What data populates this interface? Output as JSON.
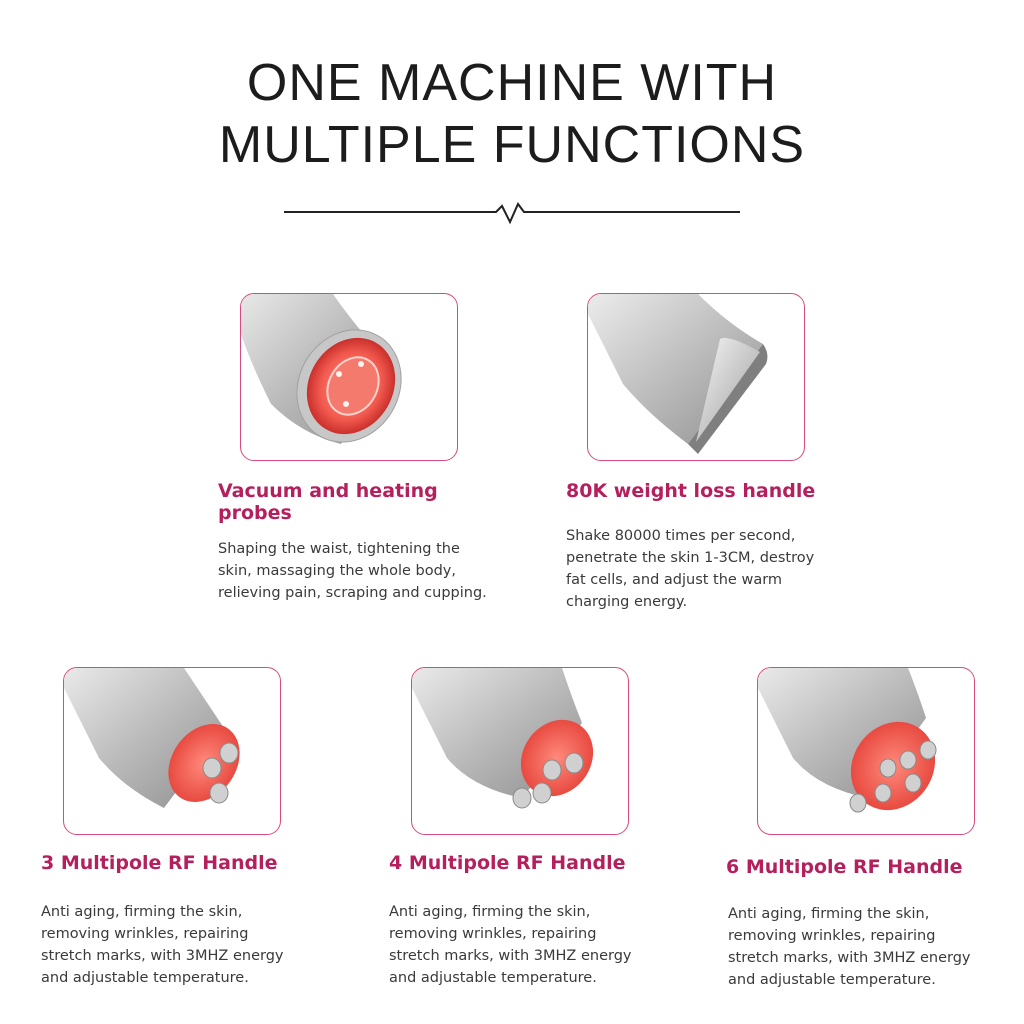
{
  "title": {
    "line1": "ONE MACHINE WITH",
    "line2": "MULTIPLE FUNCTIONS"
  },
  "accent_color": "#b51f5c",
  "border_color": "#d94b7e",
  "products": [
    {
      "heading_line1": "Vacuum and heating",
      "heading_line2": "probes",
      "description": [
        "Shaping the waist, tightening the",
        "skin, massaging the whole body,",
        "relieving pain, scraping and cupping."
      ],
      "image": "vacuum-heating-probe-handle"
    },
    {
      "heading_line1": "80K weight loss handle",
      "description": [
        "Shake 80000 times per second,",
        "penetrate the skin 1-3CM, destroy",
        "fat cells, and adjust the warm",
        "charging energy."
      ],
      "image": "80k-cavitation-handle"
    },
    {
      "heading_line1": "3 Multipole RF Handle",
      "description": [
        "Anti aging, firming the skin,",
        "removing wrinkles, repairing",
        "stretch marks, with 3MHZ energy",
        "and adjustable temperature."
      ],
      "image": "3-multipole-rf-handle"
    },
    {
      "heading_line1": "4 Multipole RF Handle",
      "description": [
        "Anti aging, firming the skin,",
        "removing wrinkles, repairing",
        "stretch marks, with 3MHZ energy",
        "and adjustable temperature."
      ],
      "image": "4-multipole-rf-handle"
    },
    {
      "heading_line1": "6 Multipole RF Handle",
      "description": [
        "Anti aging, firming the skin,",
        "removing wrinkles, repairing",
        "stretch marks, with 3MHZ energy",
        "and adjustable temperature."
      ],
      "image": "6-multipole-rf-handle"
    }
  ]
}
